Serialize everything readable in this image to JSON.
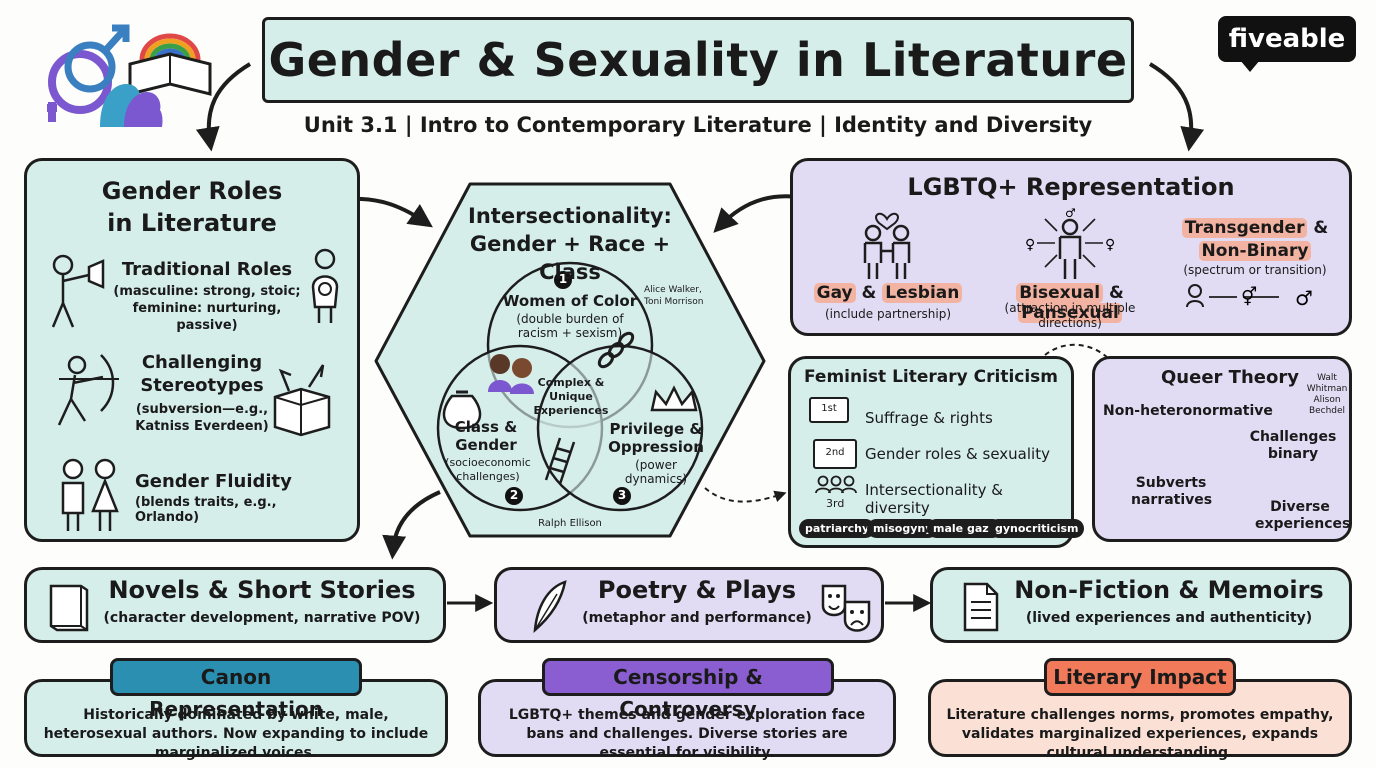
{
  "header": {
    "title": "Gender & Sexuality in Literature",
    "subtitle": "Unit 3.1 | Intro to Contemporary Literature | Identity and Diversity",
    "brand": "fiveable"
  },
  "gender_roles": {
    "title": "Gender Roles in Literature",
    "traditional_title": "Traditional Roles",
    "traditional_desc": "(masculine: strong, stoic; feminine: nurturing, passive)",
    "challenging_title": "Challenging Stereotypes",
    "challenging_desc": "(subversion—e.g., Katniss Everdeen)",
    "fluidity_title": "Gender Fluidity",
    "fluidity_desc": "(blends traits, e.g., Orlando)"
  },
  "intersectionality": {
    "title": "Intersectionality: Gender + Race + Class",
    "c1_num": "1",
    "c1_title": "Women of Color",
    "c1_desc": "(double burden of racism + sexism)",
    "c1_authors": "Alice Walker, Toni Morrison",
    "c2_num": "2",
    "c2_title": "Class & Gender",
    "c2_desc": "(socioeconomic challenges)",
    "c2_author": "Ralph Ellison",
    "c3_num": "3",
    "c3_title": "Privilege & Oppression",
    "c3_desc": "(power dynamics)",
    "center": "Complex & Unique Experiences"
  },
  "lgbtq": {
    "title": "LGBTQ+ Representation",
    "gay": "Gay",
    "amp": "&",
    "lesbian": "Lesbian",
    "gay_desc": "(include partnership)",
    "bisexual": "Bisexual",
    "pansexual": "Pansexual",
    "bi_desc": "(attraction in multiple directions)",
    "transgender": "Transgender",
    "nonbinary": "Non-Binary",
    "trans_desc": "(spectrum or transition)"
  },
  "feminist": {
    "title": "Feminist Literary Criticism",
    "wave1_badge": "1st",
    "wave1": "Suffrage & rights",
    "wave2_badge": "2nd",
    "wave2": "Gender roles & sexuality",
    "wave3_badge": "3rd",
    "wave3": "Intersectionality & diversity",
    "tags": [
      "patriarchy",
      "misogyny",
      "male gaze",
      "gynocriticism"
    ]
  },
  "queer": {
    "title": "Queer Theory",
    "authors": "Walt Whitman Alison Bechdel",
    "step1": "Non-heteronormative",
    "step2": "Challenges binary",
    "step3": "Subverts narratives",
    "step4": "Diverse experiences"
  },
  "genres": {
    "novels_title": "Novels & Short Stories",
    "novels_desc": "(character development, narrative POV)",
    "poetry_title": "Poetry & Plays",
    "poetry_desc": "(metaphor and performance)",
    "nonfiction_title": "Non-Fiction & Memoirs",
    "nonfiction_desc": "(lived experiences and authenticity)"
  },
  "bottom": {
    "canon_title": "Canon Representation",
    "canon_text": "Historically dominated by white, male, heterosexual authors. Now expanding to include marginalized voices.",
    "censor_title": "Censorship & Controversy",
    "censor_text": "LGBTQ+ themes and gender exploration face bans and challenges. Diverse stories are essential for visibility.",
    "impact_title": "Literary Impact",
    "impact_text": "Literature challenges norms, promotes empathy, validates marginalized experiences, expands cultural understanding."
  },
  "colors": {
    "teal_fill": "#d6eeea",
    "purple_fill": "#e1dbf3",
    "coral_fill": "#fbe0d6",
    "canon_tag": "#2a8fb0",
    "censor_tag": "#8a5ed0",
    "impact_tag": "#f07a5a",
    "highlight": "#f3b3a3"
  }
}
